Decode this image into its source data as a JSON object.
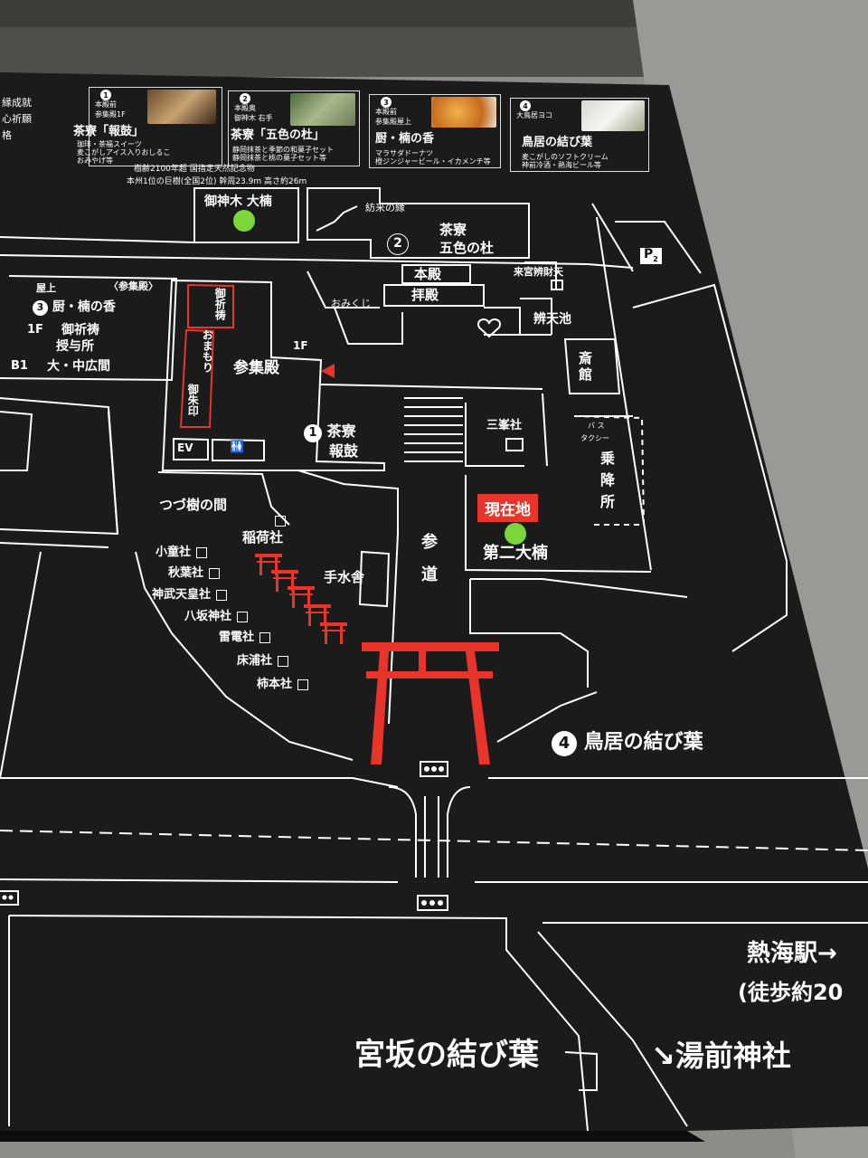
{
  "header": {
    "left_partial": [
      "縁成就",
      "心祈願",
      "格"
    ],
    "tree_note_1": "樹齢2100年超 国指定天然記念物",
    "tree_note_2": "本州1位の巨樹(全国2位) 幹周23.9m 高さ約26m"
  },
  "cards": [
    {
      "num": "1",
      "loc": [
        "本殿前",
        "参集殿1F"
      ],
      "title": "茶寮「報鼓」",
      "desc": [
        "珈琲・茶福スイーツ",
        "麦こがしアイス入りおしるこ",
        "おみやげ等"
      ]
    },
    {
      "num": "2",
      "loc": [
        "本殿奥",
        "御神木 右手"
      ],
      "title": "茶寮「五色の杜」",
      "desc": [
        "静岡抹茶と季節の和菓子セット",
        "静岡抹茶と桃の菓子セット等"
      ]
    },
    {
      "num": "3",
      "loc": [
        "本殿前",
        "参集殿屋上"
      ],
      "title": "厨・楠の香",
      "desc": [
        "マラサダドーナツ",
        "橙ジンジャービール・イカメンチ等"
      ]
    },
    {
      "num": "4",
      "loc": [
        "大鳥居ヨコ"
      ],
      "title": "鳥居の結び葉",
      "desc": [
        "麦こがしのソフトクリーム",
        "神前冷酒・熱海ビール等"
      ]
    }
  ],
  "map": {
    "sacred_tree": "御神木 大楠",
    "path_kiku": "紡来の縁",
    "chaseki2_a": "茶寮",
    "chaseki2_b": "五色の杜",
    "num2": "2",
    "parking": "P",
    "parking_sub": "2",
    "honden": "本殿",
    "haiden": "拝殿",
    "benzaiten": "来宮辨財天",
    "benten_pond": "辨天池",
    "omikuji": "おみくじ",
    "saikan_1": "斎",
    "saikan_2": "館",
    "sanshuden_roof": "屋上",
    "sanshuden_title": "〈参集殿〉",
    "num3": "3",
    "kuriya": "厨・楠の香",
    "floor_1f": "1F",
    "kitou": "御祈祷",
    "juyo": "授与所",
    "floor_b1": "B1",
    "hiroma": "大・中広間",
    "gokitou_vert": "御祈祷",
    "omamori_vert": "おまもり",
    "goshuin_vert": "御朱印",
    "sanshuden_1f": "1F",
    "sanshuden": "参集殿",
    "num1": "1",
    "houko_a": "茶寮",
    "houko_b": "報鼓",
    "ev": "EV",
    "restroom_icon": "🚻",
    "sanmine": "三峯社",
    "bus_1": "バ ス",
    "bus_2": "タクシー",
    "joko_1": "乗",
    "joko_2": "降",
    "joko_3": "所",
    "current": "現在地",
    "second_tree": "第二大楠",
    "tsuzuki": "つづ樹の間",
    "inari": "稲荷社",
    "sando_1": "参",
    "sando_2": "道",
    "temizuya": "手水舎",
    "shrines": [
      "小童社",
      "秋葉社",
      "神武天皇社",
      "八坂神社",
      "雷電社",
      "床浦社",
      "柿本社"
    ],
    "num4": "4",
    "torii_shop": "鳥居の結び葉",
    "atami_station": "熱海駅→",
    "walk": "(徒歩約20",
    "miyasaka": "宮坂の結び葉",
    "yuzen": "湯前神社",
    "yuzen_arrow": "↘"
  },
  "colors": {
    "board": "#1b1b1b",
    "line": "#ffffff",
    "red": "#e8342a",
    "green": "#7bd63a"
  }
}
